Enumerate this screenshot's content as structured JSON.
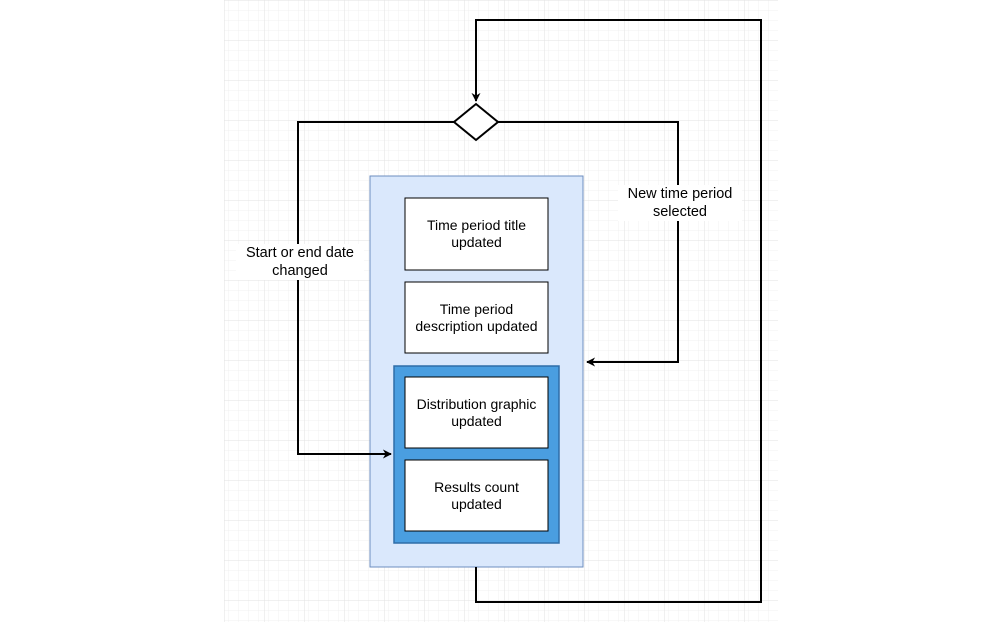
{
  "colors": {
    "outer_container_fill": "#dae8fc",
    "outer_container_stroke": "#6c8ebf",
    "inner_container_fill": "#4a9ee0",
    "inner_container_stroke": "#2e6da8",
    "box_fill": "#ffffff",
    "box_stroke": "#000000",
    "edge": "#000000",
    "grid": "#e6e6e6"
  },
  "nodes": {
    "time_period_title": "Time period title\nupdated",
    "time_period_description": "Time period\ndescription updated",
    "distribution_graphic": "Distribution graphic\nupdated",
    "results_count": "Results count\nupdated"
  },
  "edges": {
    "left_branch_label": "Start or end date\nchanged",
    "right_branch_label": "New time period\nselected"
  }
}
